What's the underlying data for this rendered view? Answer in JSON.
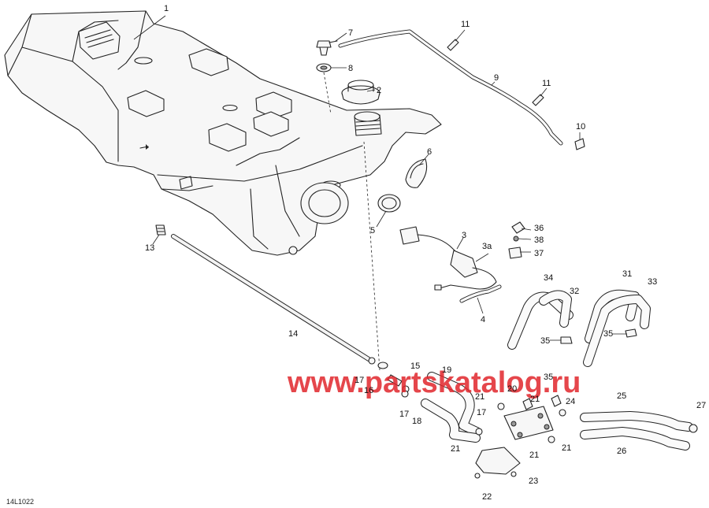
{
  "diagram": {
    "reference_code": "14L1022",
    "watermark": "www.partskatalog.ru",
    "callouts": [
      {
        "id": "c1",
        "text": "1"
      },
      {
        "id": "c2",
        "text": "2"
      },
      {
        "id": "c3",
        "text": "3"
      },
      {
        "id": "c3a",
        "text": "3a"
      },
      {
        "id": "c4",
        "text": "4"
      },
      {
        "id": "c5",
        "text": "5"
      },
      {
        "id": "c6",
        "text": "6"
      },
      {
        "id": "c7",
        "text": "7"
      },
      {
        "id": "c8",
        "text": "8"
      },
      {
        "id": "c9",
        "text": "9"
      },
      {
        "id": "c10",
        "text": "10"
      },
      {
        "id": "c11a",
        "text": "11"
      },
      {
        "id": "c11b",
        "text": "11"
      },
      {
        "id": "c13",
        "text": "13"
      },
      {
        "id": "c14",
        "text": "14"
      },
      {
        "id": "c15",
        "text": "15"
      },
      {
        "id": "c16",
        "text": "16"
      },
      {
        "id": "c17a",
        "text": "17"
      },
      {
        "id": "c17b",
        "text": "17"
      },
      {
        "id": "c17c",
        "text": "17"
      },
      {
        "id": "c18",
        "text": "18"
      },
      {
        "id": "c19",
        "text": "19"
      },
      {
        "id": "c20",
        "text": "20"
      },
      {
        "id": "c21a",
        "text": "21"
      },
      {
        "id": "c21b",
        "text": "21"
      },
      {
        "id": "c21c",
        "text": "21"
      },
      {
        "id": "c21d",
        "text": "21"
      },
      {
        "id": "c21e",
        "text": "21"
      },
      {
        "id": "c22",
        "text": "22"
      },
      {
        "id": "c23",
        "text": "23"
      },
      {
        "id": "c24",
        "text": "24"
      },
      {
        "id": "c25",
        "text": "25"
      },
      {
        "id": "c26",
        "text": "26"
      },
      {
        "id": "c27",
        "text": "27"
      },
      {
        "id": "c31",
        "text": "31"
      },
      {
        "id": "c32",
        "text": "32"
      },
      {
        "id": "c33",
        "text": "33"
      },
      {
        "id": "c34",
        "text": "34"
      },
      {
        "id": "c35a",
        "text": "35"
      },
      {
        "id": "c35b",
        "text": "35"
      },
      {
        "id": "c35c",
        "text": "35"
      },
      {
        "id": "c36",
        "text": "36"
      },
      {
        "id": "c37",
        "text": "37"
      },
      {
        "id": "c38",
        "text": "38"
      }
    ]
  }
}
